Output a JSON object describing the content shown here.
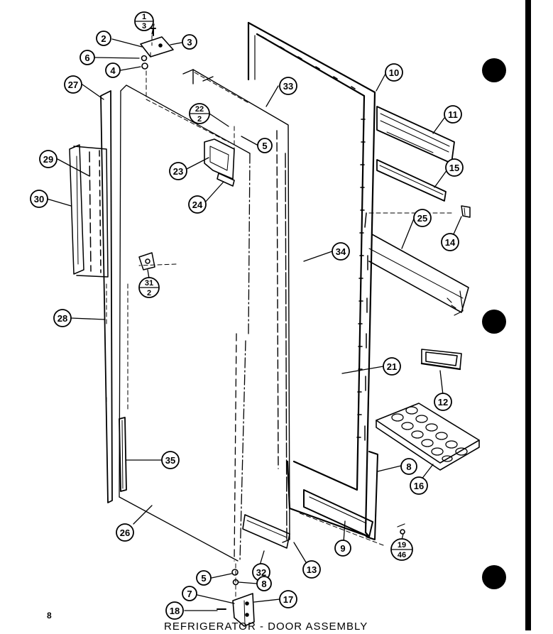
{
  "page": {
    "number": "8",
    "caption": "REFRIGERATOR - DOOR ASSEMBLY"
  },
  "callouts": [
    {
      "id": "c1_3",
      "num": "1",
      "den": "3"
    },
    {
      "id": "c2",
      "label": "2"
    },
    {
      "id": "c3",
      "label": "3"
    },
    {
      "id": "c6",
      "label": "6"
    },
    {
      "id": "c4",
      "label": "4"
    },
    {
      "id": "c10",
      "label": "10"
    },
    {
      "id": "c27",
      "label": "27"
    },
    {
      "id": "c33",
      "label": "33"
    },
    {
      "id": "c11",
      "label": "11"
    },
    {
      "id": "c22_2",
      "num": "22",
      "den": "2"
    },
    {
      "id": "c5a",
      "label": "5"
    },
    {
      "id": "c29",
      "label": "29"
    },
    {
      "id": "c23",
      "label": "23"
    },
    {
      "id": "c15",
      "label": "15"
    },
    {
      "id": "c30",
      "label": "30"
    },
    {
      "id": "c24",
      "label": "24"
    },
    {
      "id": "c25",
      "label": "25"
    },
    {
      "id": "c14",
      "label": "14"
    },
    {
      "id": "c34",
      "label": "34"
    },
    {
      "id": "c31_2",
      "num": "31",
      "den": "2"
    },
    {
      "id": "c28",
      "label": "28"
    },
    {
      "id": "c21",
      "label": "21"
    },
    {
      "id": "c12",
      "label": "12"
    },
    {
      "id": "c35",
      "label": "35"
    },
    {
      "id": "c8a",
      "label": "8"
    },
    {
      "id": "c16",
      "label": "16"
    },
    {
      "id": "c26",
      "label": "26"
    },
    {
      "id": "c9",
      "label": "9"
    },
    {
      "id": "c19_46",
      "num": "19",
      "den": "46"
    },
    {
      "id": "c13",
      "label": "13"
    },
    {
      "id": "c32",
      "label": "32"
    },
    {
      "id": "c5b",
      "label": "5"
    },
    {
      "id": "c8b",
      "label": "8"
    },
    {
      "id": "c7",
      "label": "7"
    },
    {
      "id": "c17",
      "label": "17"
    },
    {
      "id": "c18",
      "label": "18"
    }
  ]
}
